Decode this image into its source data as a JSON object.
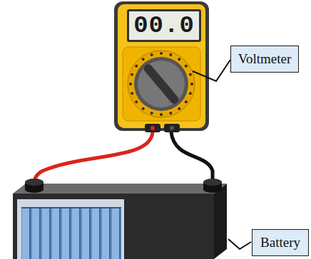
{
  "diagram": {
    "nodes": [
      {
        "text": [
          "00.0"
        ]
      },
      {
        "text": [
          "Voltmeter"
        ]
      },
      {
        "text": [
          "Battery"
        ]
      }
    ]
  }
}
